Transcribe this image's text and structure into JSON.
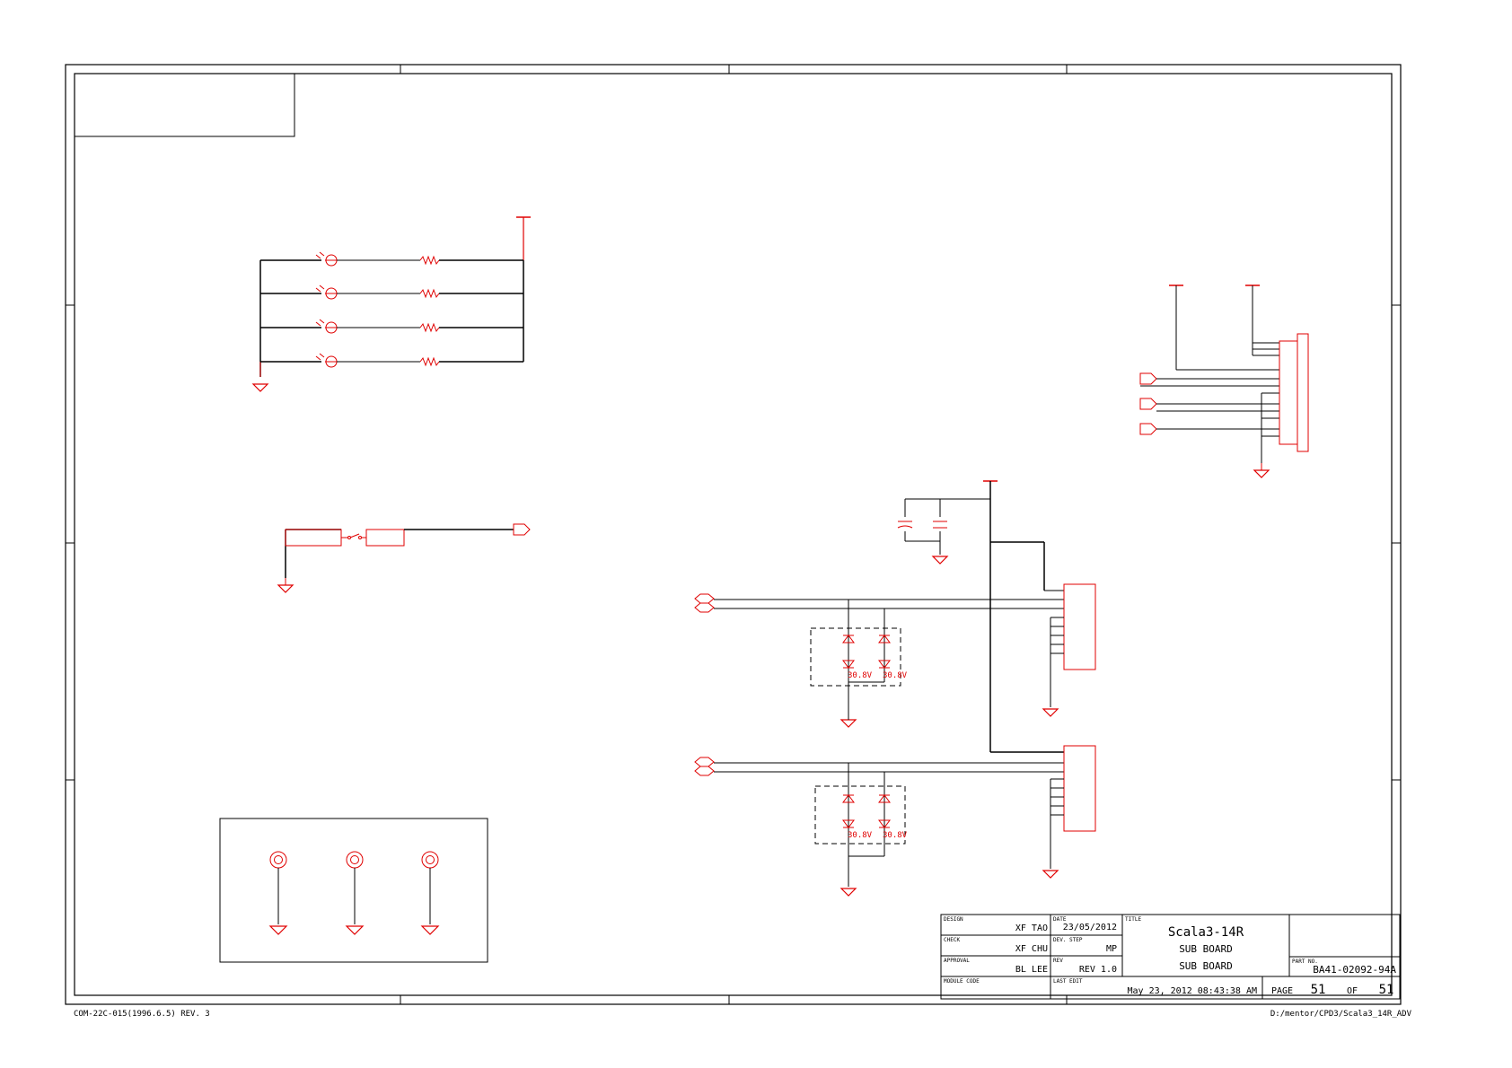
{
  "diagram": {
    "zener_voltage": "30.8V"
  },
  "title_block": {
    "design_label": "DESIGN",
    "design_value": "XF TAO",
    "check_label": "CHECK",
    "check_value": "XF CHU",
    "approval_label": "APPROVAL",
    "approval_value": "BL LEE",
    "module_code_label": "MODULE CODE",
    "date_label": "DATE",
    "date_value": "23/05/2012",
    "dev_step_label": "DEV. STEP",
    "dev_step_value": "MP",
    "rev_label": "REV",
    "rev_value": "REV 1.0",
    "last_edit_label": "LAST EDIT",
    "last_edit_value": "May 23, 2012 08:43:38 AM",
    "title_label": "TITLE",
    "title_line1": "Scala3-14R",
    "title_line2": "SUB BOARD",
    "title_line3": "SUB BOARD",
    "part_no_label": "PART NO.",
    "part_no_value": "BA41-02092-94A",
    "page_label": "PAGE",
    "page_value": "51",
    "of_label": "OF",
    "of_value": "51"
  },
  "footer": {
    "form_code": "COM-22C-015(1996.6.5) REV. 3",
    "file_path": "D:/mentor/CPD3/Scala3_14R_ADV"
  }
}
